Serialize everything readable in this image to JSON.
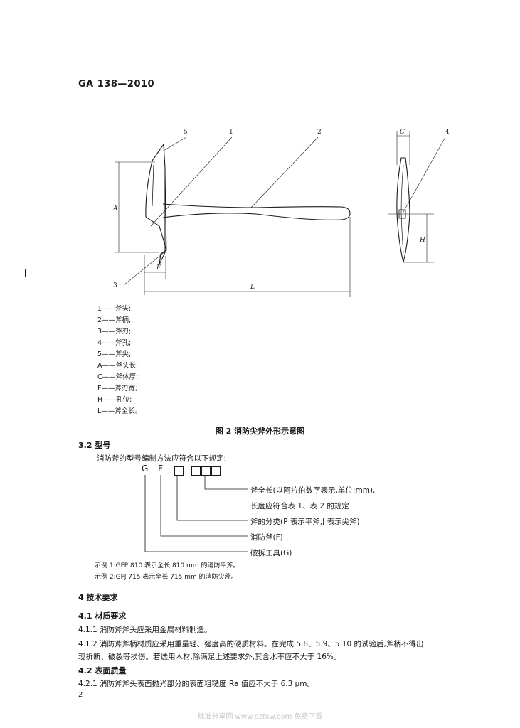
{
  "header": "GA 138—2010",
  "figure": {
    "callouts": [
      "5",
      "1",
      "2",
      "4",
      "3"
    ],
    "dims": {
      "A": "A",
      "F": "F",
      "L": "L",
      "C": "C",
      "H": "H"
    },
    "legend": [
      "1——斧头;",
      "2——斧柄;",
      "3——斧刃;",
      "4——斧孔;",
      "5——斧尖;",
      "A——斧头长;",
      "C——斧体厚;",
      "F——斧刃宽;",
      "H——孔位;",
      "L——斧全长。"
    ],
    "caption": "图 2 消防尖斧外形示意图"
  },
  "section_3_2": {
    "heading": "3.2 型号",
    "intro": "消防斧的型号编制方法应符合以下规定:",
    "code_letters": [
      "G",
      "F"
    ],
    "code_desc": [
      "斧全长(以阿拉伯数字表示,单位:mm),",
      "长度应符合表 1、表 2 的规定",
      "斧的分类(P 表示平斧,J 表示尖斧)",
      "消防斧(F)",
      "破拆工具(G)"
    ],
    "examples": [
      "示例 1:GFP 810 表示全长 810 mm 的消防平斧。",
      "示例 2:GFJ 715 表示全长 715 mm 的消防尖斧。"
    ]
  },
  "section_4": {
    "heading": "4 技术要求",
    "s4_1": "4.1 材质要求",
    "s4_1_1": "4.1.1 消防斧斧头应采用金属材料制造。",
    "s4_1_2_l1": "4.1.2 消防斧斧柄材质应采用重量轻、强度高的硬质材料。在完成 5.8、5.9、5.10 的试验后,斧柄不得出",
    "s4_1_2_l2": "现折断、破裂等损伤。若选用木材,除满足上述要求外,其含水率应不大于 16%。",
    "s4_2": "4.2 表面质量",
    "s4_2_1": "4.2.1 消防斧斧头表面抛光部分的表面粗糙度 Ra 值应不大于 6.3 μm。"
  },
  "page_number": "2",
  "footer": "标准分享网 www.bzfxw.com 免费下载"
}
